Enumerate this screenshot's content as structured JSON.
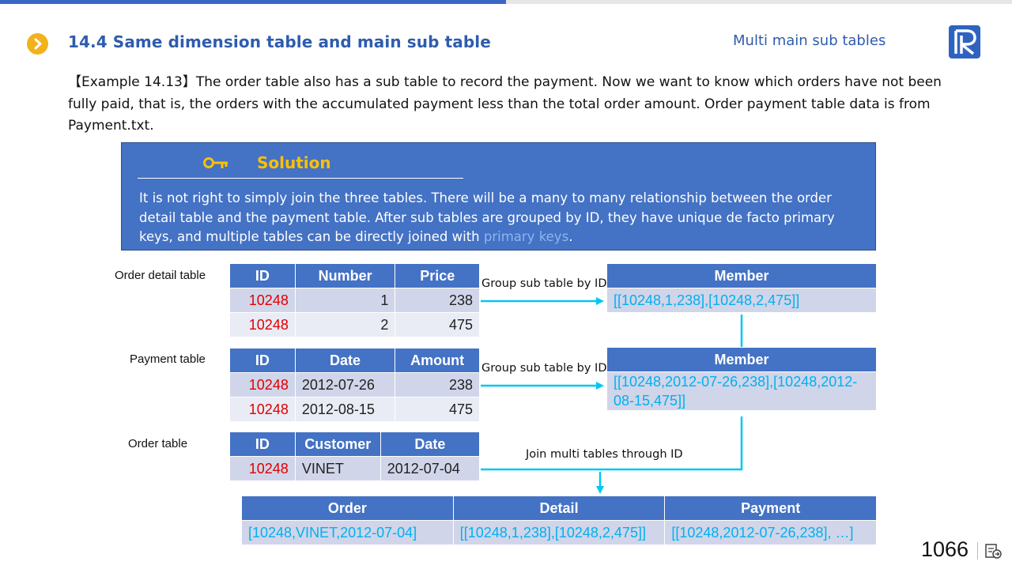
{
  "header": {
    "title": "14.4 Same dimension table and main sub table",
    "section": "Multi main sub tables"
  },
  "intro": "【Example 14.13】The order table also has a sub table to record the payment. Now we want to know which orders have not been fully paid, that is, the orders with the accumulated payment less than the total order amount. Order payment table data is from Payment.txt.",
  "solution": {
    "title": "Solution",
    "text": "It is not right to simply join the three tables. There will be a many to many relationship between the order detail table and the payment table. After sub tables are grouped by ID, they have unique de facto primary keys, and multiple tables can be directly joined with ",
    "highlight": "primary keys",
    "end": "."
  },
  "labels": {
    "order_detail": "Order detail table",
    "payment": "Payment table",
    "order": "Order table"
  },
  "order_detail_table": {
    "headers": [
      "ID",
      "Number",
      "Price"
    ],
    "rows": [
      [
        "10248",
        "1",
        "238"
      ],
      [
        "10248",
        "2",
        "475"
      ]
    ]
  },
  "payment_table": {
    "headers": [
      "ID",
      "Date",
      "Amount"
    ],
    "rows": [
      [
        "10248",
        "2012-07-26",
        "238"
      ],
      [
        "10248",
        "2012-08-15",
        "475"
      ]
    ]
  },
  "order_table": {
    "headers": [
      "ID",
      "Customer",
      "Date"
    ],
    "rows": [
      [
        "10248",
        "VINET",
        "2012-07-04"
      ]
    ]
  },
  "grouped_detail": {
    "header": "Member",
    "value": "[[10248,1,238],[10248,2,475]]"
  },
  "grouped_payment": {
    "header": "Member",
    "value": "[[10248,2012-07-26,238],[10248,2012-08-15,475]]"
  },
  "arrows": {
    "group1": "Group sub table by ID",
    "group2": "Group sub table by ID",
    "join": "Join multi tables through ID"
  },
  "result_table": {
    "headers": [
      "Order",
      "Detail",
      "Payment"
    ],
    "row": [
      "[10248,VINET,2012-07-04]",
      "[[10248,1,238],[10248,2,475]]",
      "[[10248,2012-07-26,238], …]"
    ]
  },
  "footer": {
    "page": "1066"
  },
  "colors": {
    "accent": "#4472c4",
    "title": "#2e5cae",
    "bullet": "#f2b21b",
    "solution_title": "#ffc000",
    "id_red": "#e00000",
    "cyan": "#00b0f0"
  },
  "icons": [
    "chevron-right-icon",
    "logo-icon",
    "key-icon",
    "notes-icon"
  ]
}
